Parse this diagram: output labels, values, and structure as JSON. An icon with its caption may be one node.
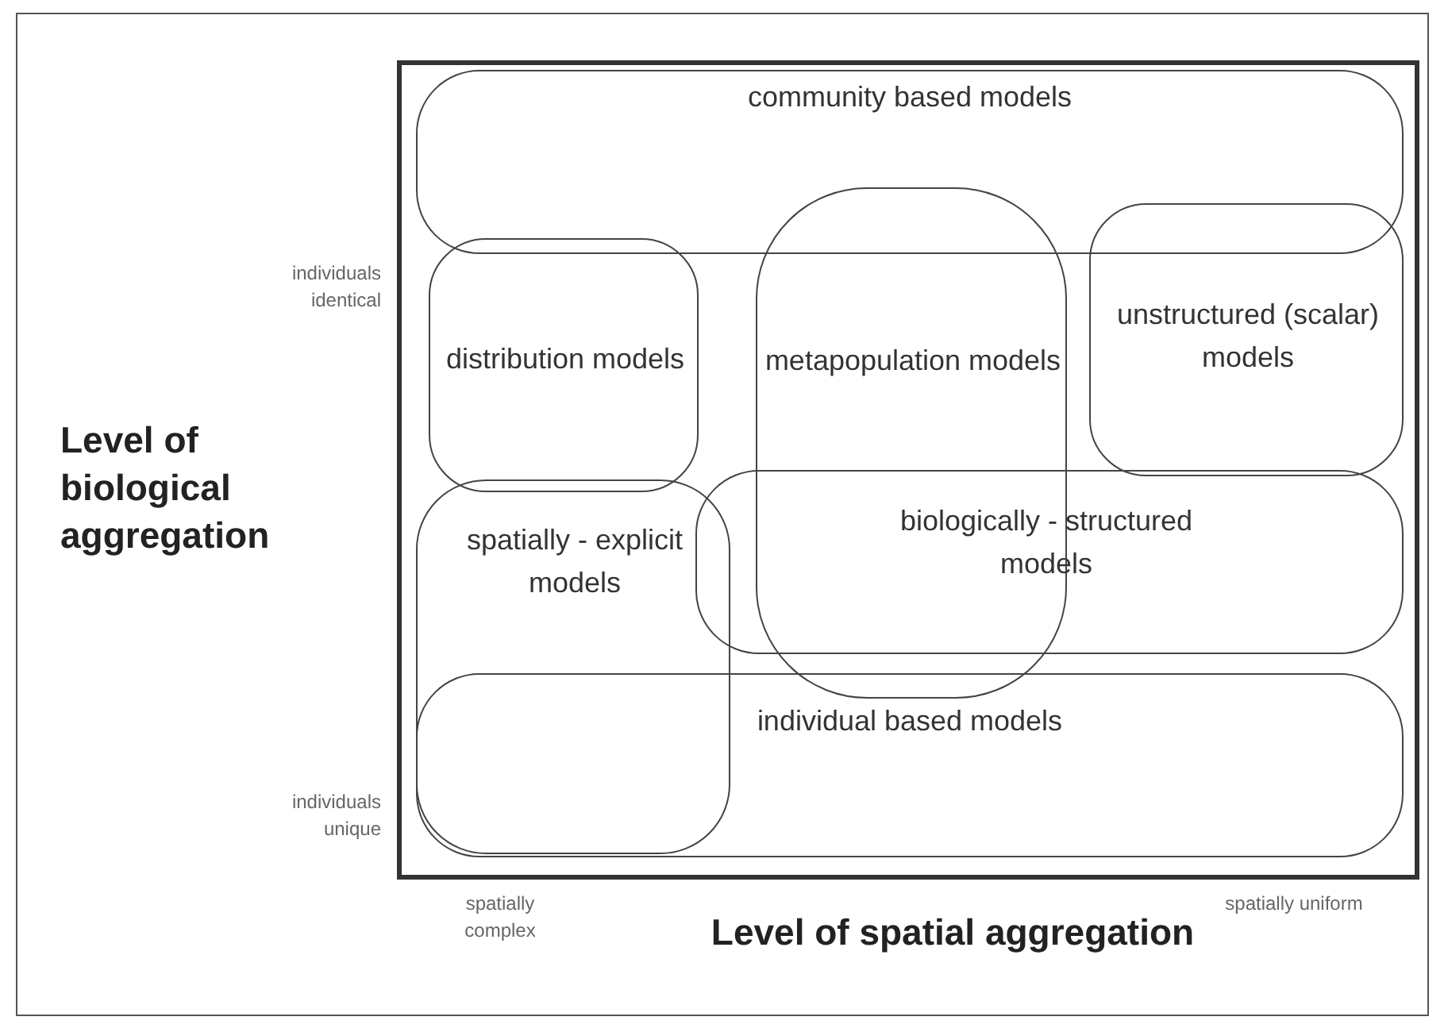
{
  "diagram": {
    "nodes": [
      {
        "text": [
          "community based models"
        ]
      },
      {
        "text": [
          "distribution models"
        ]
      },
      {
        "text": [
          "metapopulation models"
        ]
      },
      {
        "text": [
          "unstructured (scalar) models"
        ]
      },
      {
        "text": [
          "spatially - explicit models"
        ]
      },
      {
        "text": [
          "biologically - structured models"
        ]
      },
      {
        "text": [
          "individual based models"
        ]
      }
    ],
    "edges": [],
    "labels": [
      "individuals identical",
      "Level of biological aggregation",
      "individuals unique",
      "spatially complex",
      "spatially uniform",
      "Level of spatial aggregation"
    ]
  }
}
